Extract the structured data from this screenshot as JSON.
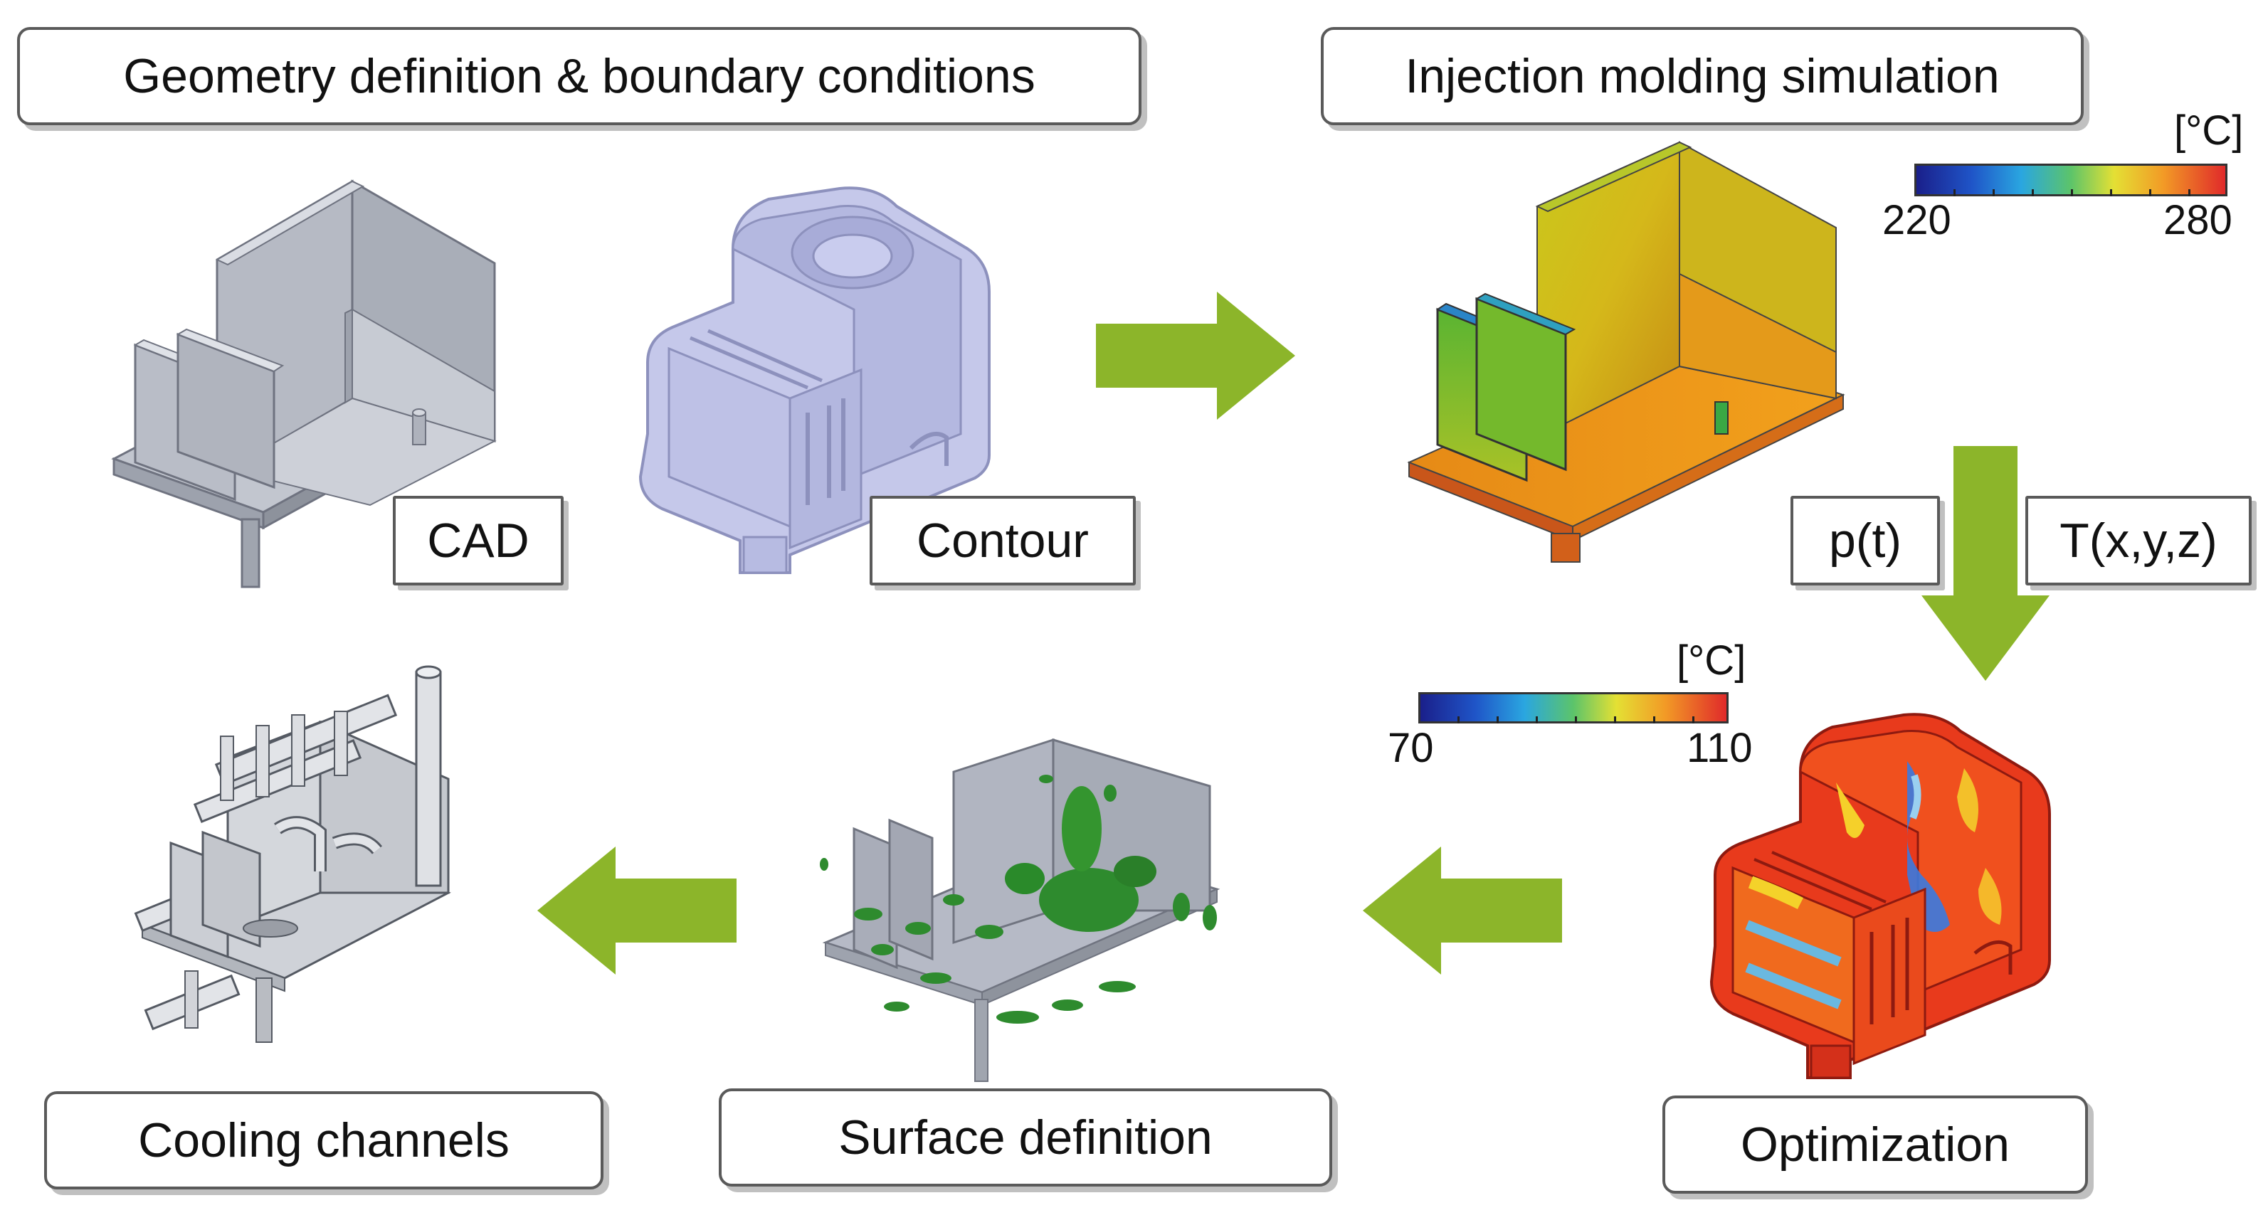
{
  "boxes": {
    "geometry": "Geometry definition & boundary conditions",
    "injection": "Injection molding simulation",
    "cooling": "Cooling channels",
    "surface": "Surface definition",
    "optimization": "Optimization"
  },
  "tags": {
    "cad": "CAD",
    "contour": "Contour",
    "pressure": "p(t)",
    "temperature": "T(x,y,z)"
  },
  "colorbar_injection": {
    "unit": "[°C]",
    "min": "220",
    "max": "280"
  },
  "colorbar_optimization": {
    "unit": "[°C]",
    "min": "70",
    "max": "110"
  },
  "colors": {
    "arrow_green": "#8cb52a",
    "part_gray": "#b8bcc6",
    "contour_lilac": "#c9ccec",
    "surface_green": "#2e8b2e"
  }
}
